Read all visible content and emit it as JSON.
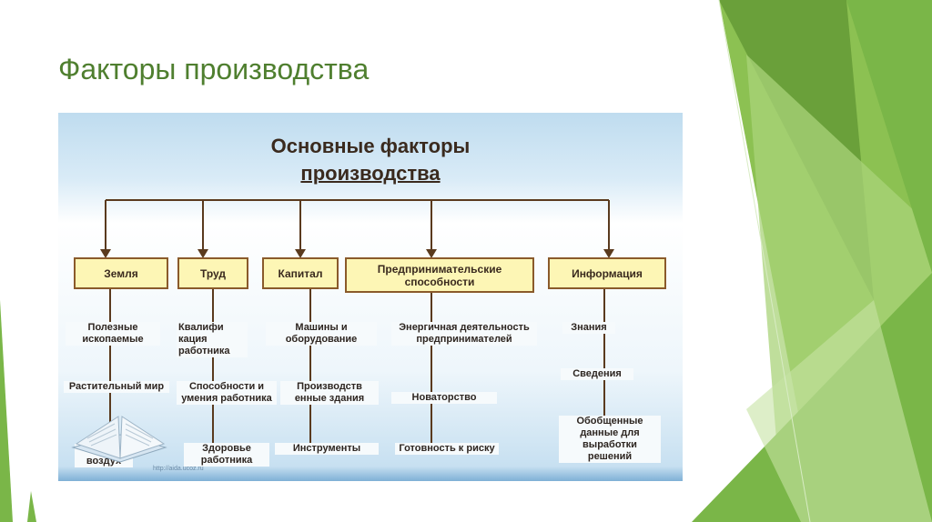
{
  "slide": {
    "title": "Факторы производства"
  },
  "diagram": {
    "title_line1": "Основные факторы",
    "title_line2": "производства",
    "watermark_url": "http://aida.ucoz.ru",
    "colors": {
      "box_fill": "#fdf6b5",
      "box_border": "#8a5a2b",
      "wire": "#5a3a1e"
    },
    "factors": [
      {
        "label": "Земля",
        "items": [
          "Полезные ископаемые",
          "Растительный мир",
          "Вода и воздух"
        ]
      },
      {
        "label": "Труд",
        "items": [
          "Квалифи кация работника",
          "Способности и умения работника",
          "Здоровье работника"
        ]
      },
      {
        "label": "Капитал",
        "items": [
          "Машины и оборудование",
          "Производств енные здания",
          "Инструменты"
        ]
      },
      {
        "label": "Предпринимательские способности",
        "items": [
          "Энергичная деятельность предпринимателей",
          "Новаторство",
          "Готовность к риску"
        ]
      },
      {
        "label": "Информация",
        "items": [
          "Знания",
          "Сведения",
          "Обобщенные данные для выработки решений"
        ]
      }
    ]
  }
}
